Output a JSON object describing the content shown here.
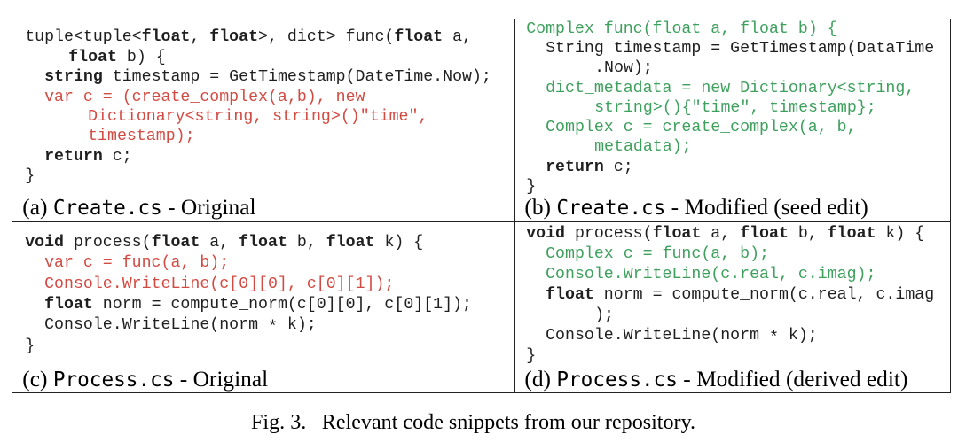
{
  "colors": {
    "removed": "#d24b43",
    "added": "#3fa05e",
    "code": "#1f1f1f",
    "border": "#222222"
  },
  "figure_caption": {
    "label": "Fig. 3.",
    "text": "Relevant code snippets from our repository."
  },
  "panels": [
    {
      "id": "a",
      "caption": {
        "index": "(a)",
        "file": "Create.cs",
        "suffix": "- Original"
      },
      "code": [
        {
          "color": "",
          "hang": false,
          "segments": [
            [
              "tuple<tuple<",
              0
            ],
            [
              "float",
              1
            ],
            [
              ", ",
              0
            ],
            [
              "float",
              1
            ],
            [
              ">, dict> func(",
              0
            ],
            [
              "float",
              1
            ],
            [
              " a,",
              0
            ]
          ]
        },
        {
          "color": "",
          "hang": true,
          "segments": [
            [
              "float",
              1
            ],
            [
              " b) {",
              0
            ]
          ]
        },
        {
          "color": "",
          "hang": false,
          "segments": [
            [
              "  ",
              0
            ],
            [
              "string",
              1
            ],
            [
              " timestamp = GetTimestamp(DateTime.Now);",
              0
            ]
          ]
        },
        {
          "color": "red",
          "hang": false,
          "segments": [
            [
              "  var c = (create_complex(a,b), new",
              0
            ]
          ]
        },
        {
          "color": "red",
          "hang": true,
          "segments": [
            [
              "  Dictionary<string, string>()\"time\",",
              0
            ]
          ]
        },
        {
          "color": "red",
          "hang": true,
          "segments": [
            [
              "  timestamp);",
              0
            ]
          ]
        },
        {
          "color": "",
          "hang": false,
          "segments": [
            [
              "  ",
              0
            ],
            [
              "return",
              1
            ],
            [
              " c;",
              0
            ]
          ]
        },
        {
          "color": "",
          "hang": false,
          "segments": [
            [
              "}",
              0
            ]
          ]
        }
      ]
    },
    {
      "id": "b",
      "caption": {
        "index": "(b)",
        "file": "Create.cs",
        "suffix": "- Modified (seed edit)"
      },
      "code": [
        {
          "color": "green",
          "hang": false,
          "segments": [
            [
              "Complex func(float a, float b) {",
              0
            ]
          ]
        },
        {
          "color": "",
          "hang": false,
          "segments": [
            [
              "  String timestamp = GetTimestamp(DataTime",
              0
            ]
          ]
        },
        {
          "color": "",
          "hang": true,
          "segments": [
            [
              "  .Now);",
              0
            ]
          ]
        },
        {
          "color": "green",
          "hang": false,
          "segments": [
            [
              "  dict_metadata = new Dictionary<string,",
              0
            ]
          ]
        },
        {
          "color": "green",
          "hang": true,
          "segments": [
            [
              "  string>(){\"time\", timestamp};",
              0
            ]
          ]
        },
        {
          "color": "green",
          "hang": false,
          "segments": [
            [
              "  Complex c = create_complex(a, b,",
              0
            ]
          ]
        },
        {
          "color": "green",
          "hang": true,
          "segments": [
            [
              "  metadata);",
              0
            ]
          ]
        },
        {
          "color": "",
          "hang": false,
          "segments": [
            [
              "  ",
              0
            ],
            [
              "return",
              1
            ],
            [
              " c;",
              0
            ]
          ]
        },
        {
          "color": "",
          "hang": false,
          "segments": [
            [
              "}",
              0
            ]
          ]
        }
      ]
    },
    {
      "id": "c",
      "caption": {
        "index": "(c)",
        "file": "Process.cs",
        "suffix": "- Original"
      },
      "code": [
        {
          "color": "",
          "hang": false,
          "segments": [
            [
              "void",
              1
            ],
            [
              " process(",
              0
            ],
            [
              "float",
              1
            ],
            [
              " a, ",
              0
            ],
            [
              "float",
              1
            ],
            [
              " b, ",
              0
            ],
            [
              "float",
              1
            ],
            [
              " k) {",
              0
            ]
          ]
        },
        {
          "color": "red",
          "hang": false,
          "segments": [
            [
              "  var c = func(a, b);",
              0
            ]
          ]
        },
        {
          "color": "red",
          "hang": false,
          "segments": [
            [
              "  Console.WriteLine(c[0][0], c[0][1]);",
              0
            ]
          ]
        },
        {
          "color": "",
          "hang": false,
          "segments": [
            [
              "  ",
              0
            ],
            [
              "float",
              1
            ],
            [
              " norm = compute_norm(c[0][0], c[0][1]);",
              0
            ]
          ]
        },
        {
          "color": "",
          "hang": false,
          "segments": [
            [
              "  Console.WriteLine(norm ",
              0
            ],
            [
              "*",
              0,
              1
            ],
            [
              " k);",
              0
            ]
          ]
        },
        {
          "color": "",
          "hang": false,
          "segments": [
            [
              "}",
              0
            ]
          ]
        }
      ]
    },
    {
      "id": "d",
      "caption": {
        "index": "(d)",
        "file": "Process.cs",
        "suffix": "- Modified (derived edit)"
      },
      "code": [
        {
          "color": "",
          "hang": false,
          "segments": [
            [
              "void",
              1
            ],
            [
              " process(",
              0
            ],
            [
              "float",
              1
            ],
            [
              " a, ",
              0
            ],
            [
              "float",
              1
            ],
            [
              " b, ",
              0
            ],
            [
              "float",
              1
            ],
            [
              " k) {",
              0
            ]
          ]
        },
        {
          "color": "green",
          "hang": false,
          "segments": [
            [
              "  Complex c = func(a, b);",
              0
            ]
          ]
        },
        {
          "color": "green",
          "hang": false,
          "segments": [
            [
              "  Console.WriteLine(c.real, c.imag);",
              0
            ]
          ]
        },
        {
          "color": "",
          "hang": false,
          "segments": [
            [
              "  ",
              0
            ],
            [
              "float",
              1
            ],
            [
              " norm = compute_norm(c.real, c.imag",
              0
            ]
          ]
        },
        {
          "color": "",
          "hang": true,
          "segments": [
            [
              "  );",
              0
            ]
          ]
        },
        {
          "color": "",
          "hang": false,
          "segments": [
            [
              "  Console.WriteLine(norm ",
              0
            ],
            [
              "*",
              0,
              1
            ],
            [
              " k);",
              0
            ]
          ]
        },
        {
          "color": "",
          "hang": false,
          "segments": [
            [
              "}",
              0
            ]
          ]
        }
      ]
    }
  ]
}
